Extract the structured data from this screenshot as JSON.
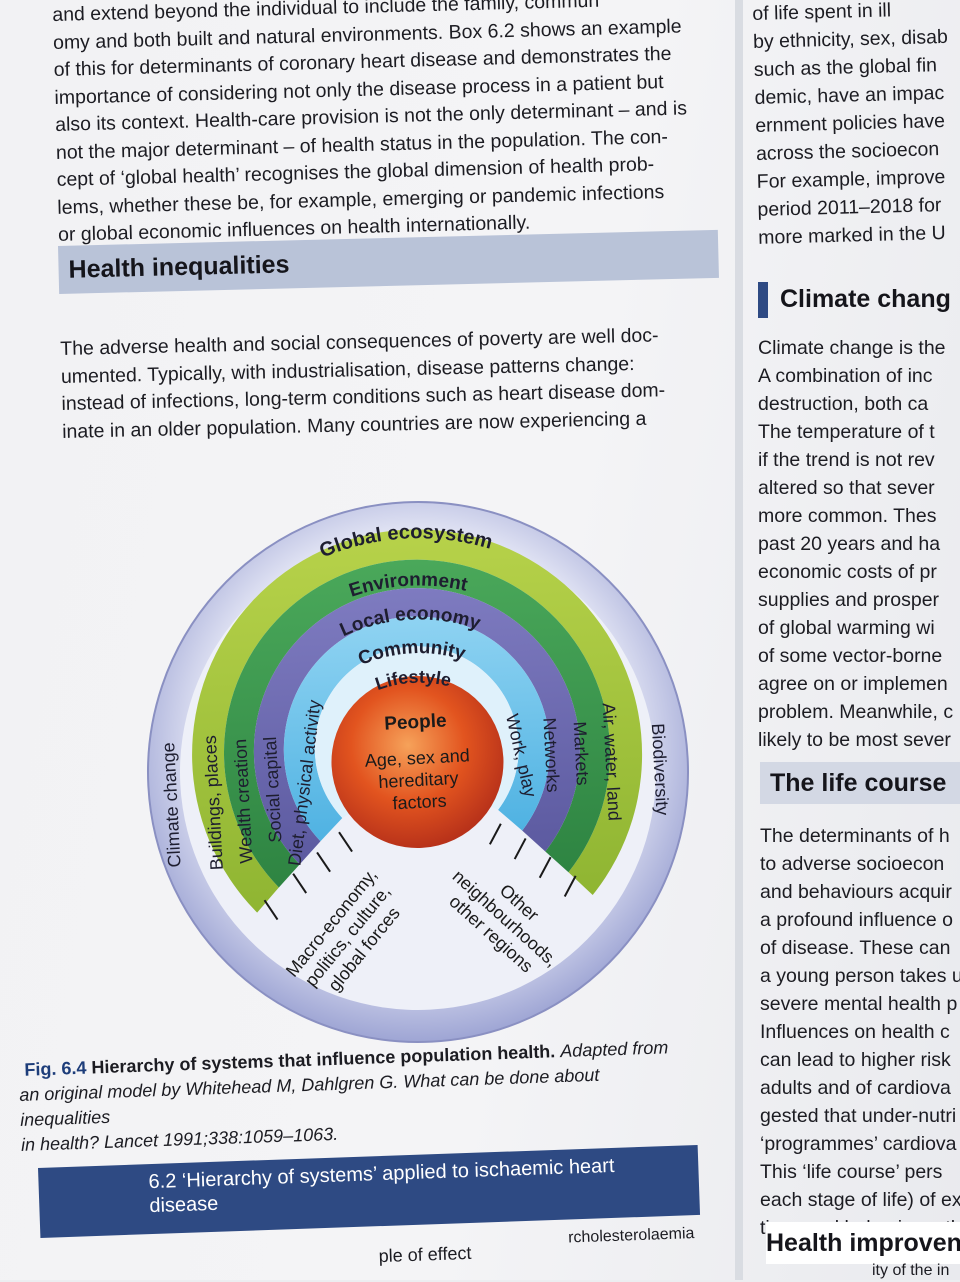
{
  "left": {
    "para_top": [
      "and extend beyond the individual to include the family, commun",
      "omy and both built and natural environments. Box 6.2 shows an example",
      "of this for determinants of coronary heart disease and demonstrates the",
      "importance of considering not only the disease process in a patient but",
      "also its context. Health-care provision is not the only determinant – and is",
      "not the major determinant – of health status in the population. The con-",
      "cept of ‘global health’ recognises the global dimension of health prob-",
      "lems, whether these be, for example, emerging or pandemic infections",
      "or global economic influences on health internationally."
    ],
    "section_title": "Health inequalities",
    "para_hi": [
      "The adverse health and social consequences of poverty are well doc-",
      "umented. Typically, with industrialisation, disease patterns change:",
      "instead of infections, long-term conditions such as heart disease dom-",
      "inate in an older population. Many countries are now experiencing a"
    ]
  },
  "figure": {
    "rings": {
      "global_ecosystem": "Global ecosystem",
      "environment": "Environment",
      "local_economy": "Local economy",
      "community": "Community",
      "lifestyle": "Lifestyle"
    },
    "left_labels": {
      "climate_change": "Climate change",
      "buildings": "Buildings, places",
      "wealth": "Wealth creation",
      "social": "Social capital",
      "diet": "Diet, physical activity"
    },
    "right_labels": {
      "biodiversity": "Biodiversity",
      "air": "Air, water, land",
      "markets": "Markets",
      "networks": "Networks",
      "work": "Work, play"
    },
    "center": {
      "title": "People",
      "line1": "Age, sex and",
      "line2": "hereditary",
      "line3": "factors"
    },
    "bottom_left": [
      "Macro-economy,",
      "politics, culture,",
      "global forces"
    ],
    "bottom_right": [
      "Other",
      "neighbourhoods,",
      "other regions"
    ],
    "colors": {
      "outer": "#b9bfe0",
      "green_light": "#a6c63a",
      "green_dark": "#3f9a4b",
      "purple": "#6f6aae",
      "blue": "#6ec3ea",
      "core": "#d8491f"
    }
  },
  "caption": {
    "fig_no": "Fig. 6.4",
    "title": "Hierarchy of systems that influence population health.",
    "source_1": "Adapted from",
    "source_2": "an original model by Whitehead M, Dahlgren G. What can be done about inequalities",
    "source_3": "in health? Lancet 1991;338:1059–1063."
  },
  "box": {
    "number": "6.2",
    "title": "‘Hierarchy of systems’ applied to ischaemic heart",
    "title2": "disease",
    "sub1": "ple of effect",
    "sub2": "rcholesterolaemia"
  },
  "right": {
    "para1": [
      "of life spent in ill",
      "by ethnicity, sex, disab",
      "such as the global fin",
      "demic, have an impac",
      "ernment policies have",
      "across the socioecon",
      "For example, improve",
      "period 2011–2018 for",
      "more marked in the U"
    ],
    "head1": "Climate chang",
    "para2": [
      "Climate change is the",
      "A combination of inc",
      "destruction, both ca",
      "The temperature of t",
      "if the trend is not rev",
      "altered so that sever",
      "more common. Thes",
      "past 20 years and ha",
      "economic costs of pr",
      "supplies and prosper",
      "of global warming wi",
      "of some vector-borne",
      "agree on or implemen",
      "problem. Meanwhile, c",
      "likely to be most sever"
    ],
    "head2": "The life course",
    "para3": [
      "The determinants of h",
      "to adverse socioecon",
      "and behaviours acquir",
      "a profound influence o",
      "of disease. These can",
      "a young person takes u",
      "severe mental health p",
      "Influences on health c",
      "can lead to higher risk",
      "adults and of cardiova",
      "gested that under-nutri",
      "‘programmes’ cardiova",
      "  This ‘life course’ pers",
      "each stage of life) of ex",
      "tions and behaviours th"
    ],
    "head3": "Health improven",
    "para4": [
      "ity of the in"
    ]
  }
}
